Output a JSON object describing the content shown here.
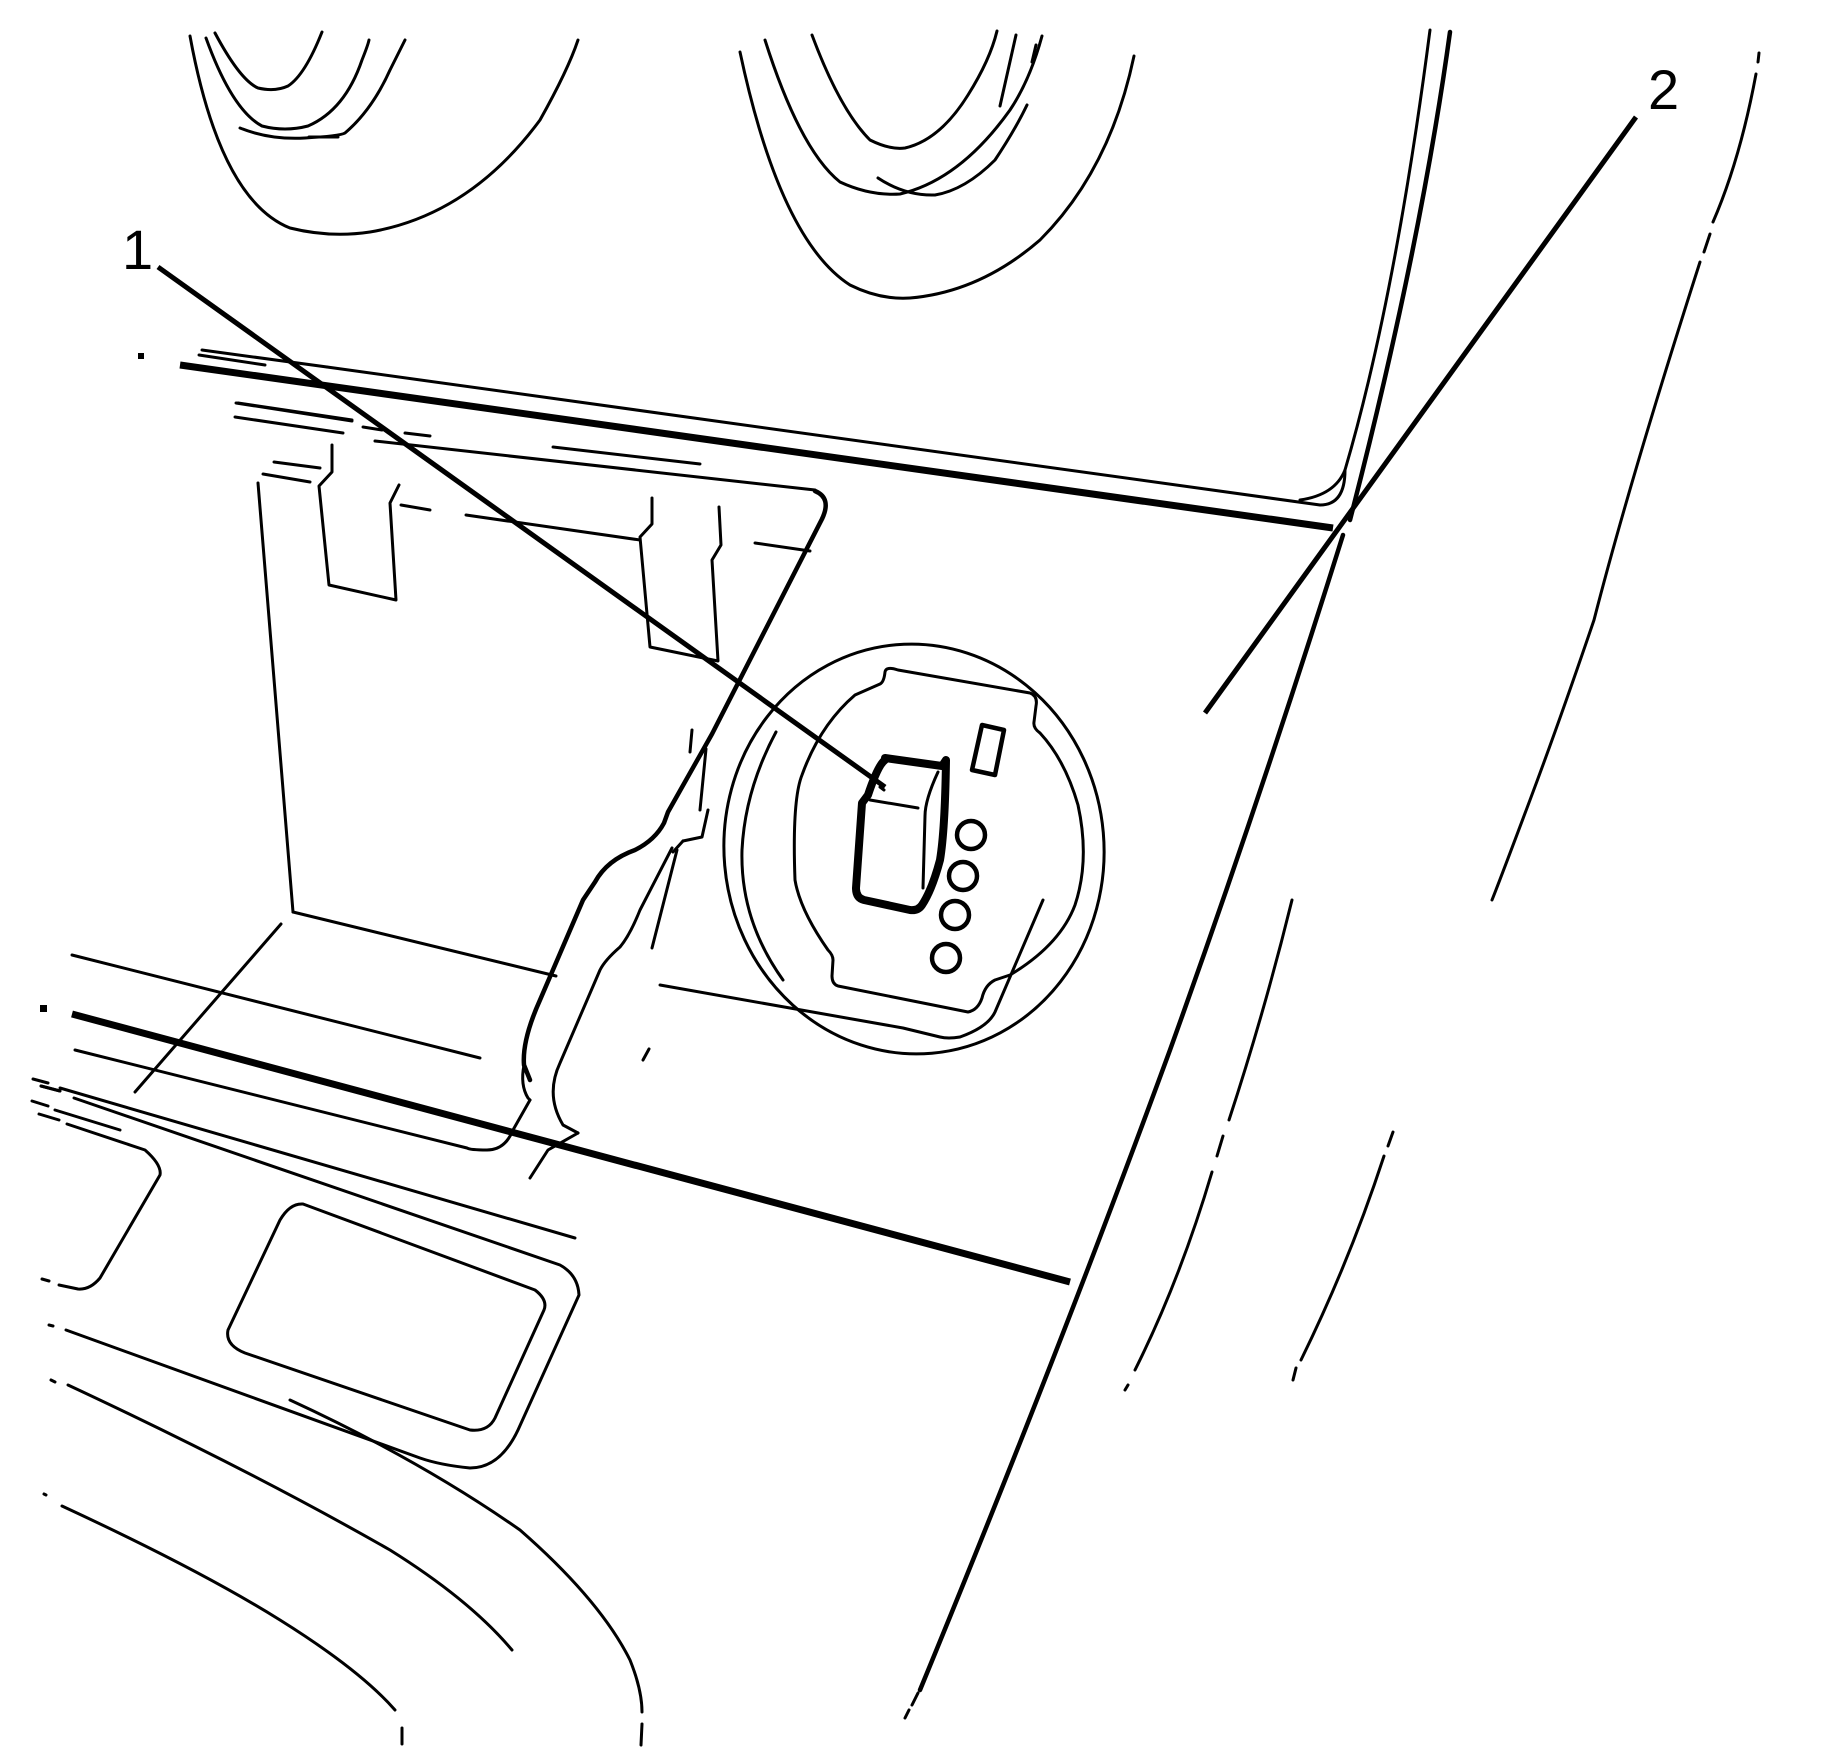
{
  "diagram": {
    "type": "technical-line-illustration",
    "subject": "instrument panel center stack with switch and surrounding panel",
    "colors": {
      "line": "#000000",
      "background": "#ffffff"
    },
    "callouts": [
      {
        "id": "1",
        "label": "1",
        "target": "switch"
      },
      {
        "id": "2",
        "label": "2",
        "target": "instrument-panel-trim-panel"
      }
    ]
  }
}
